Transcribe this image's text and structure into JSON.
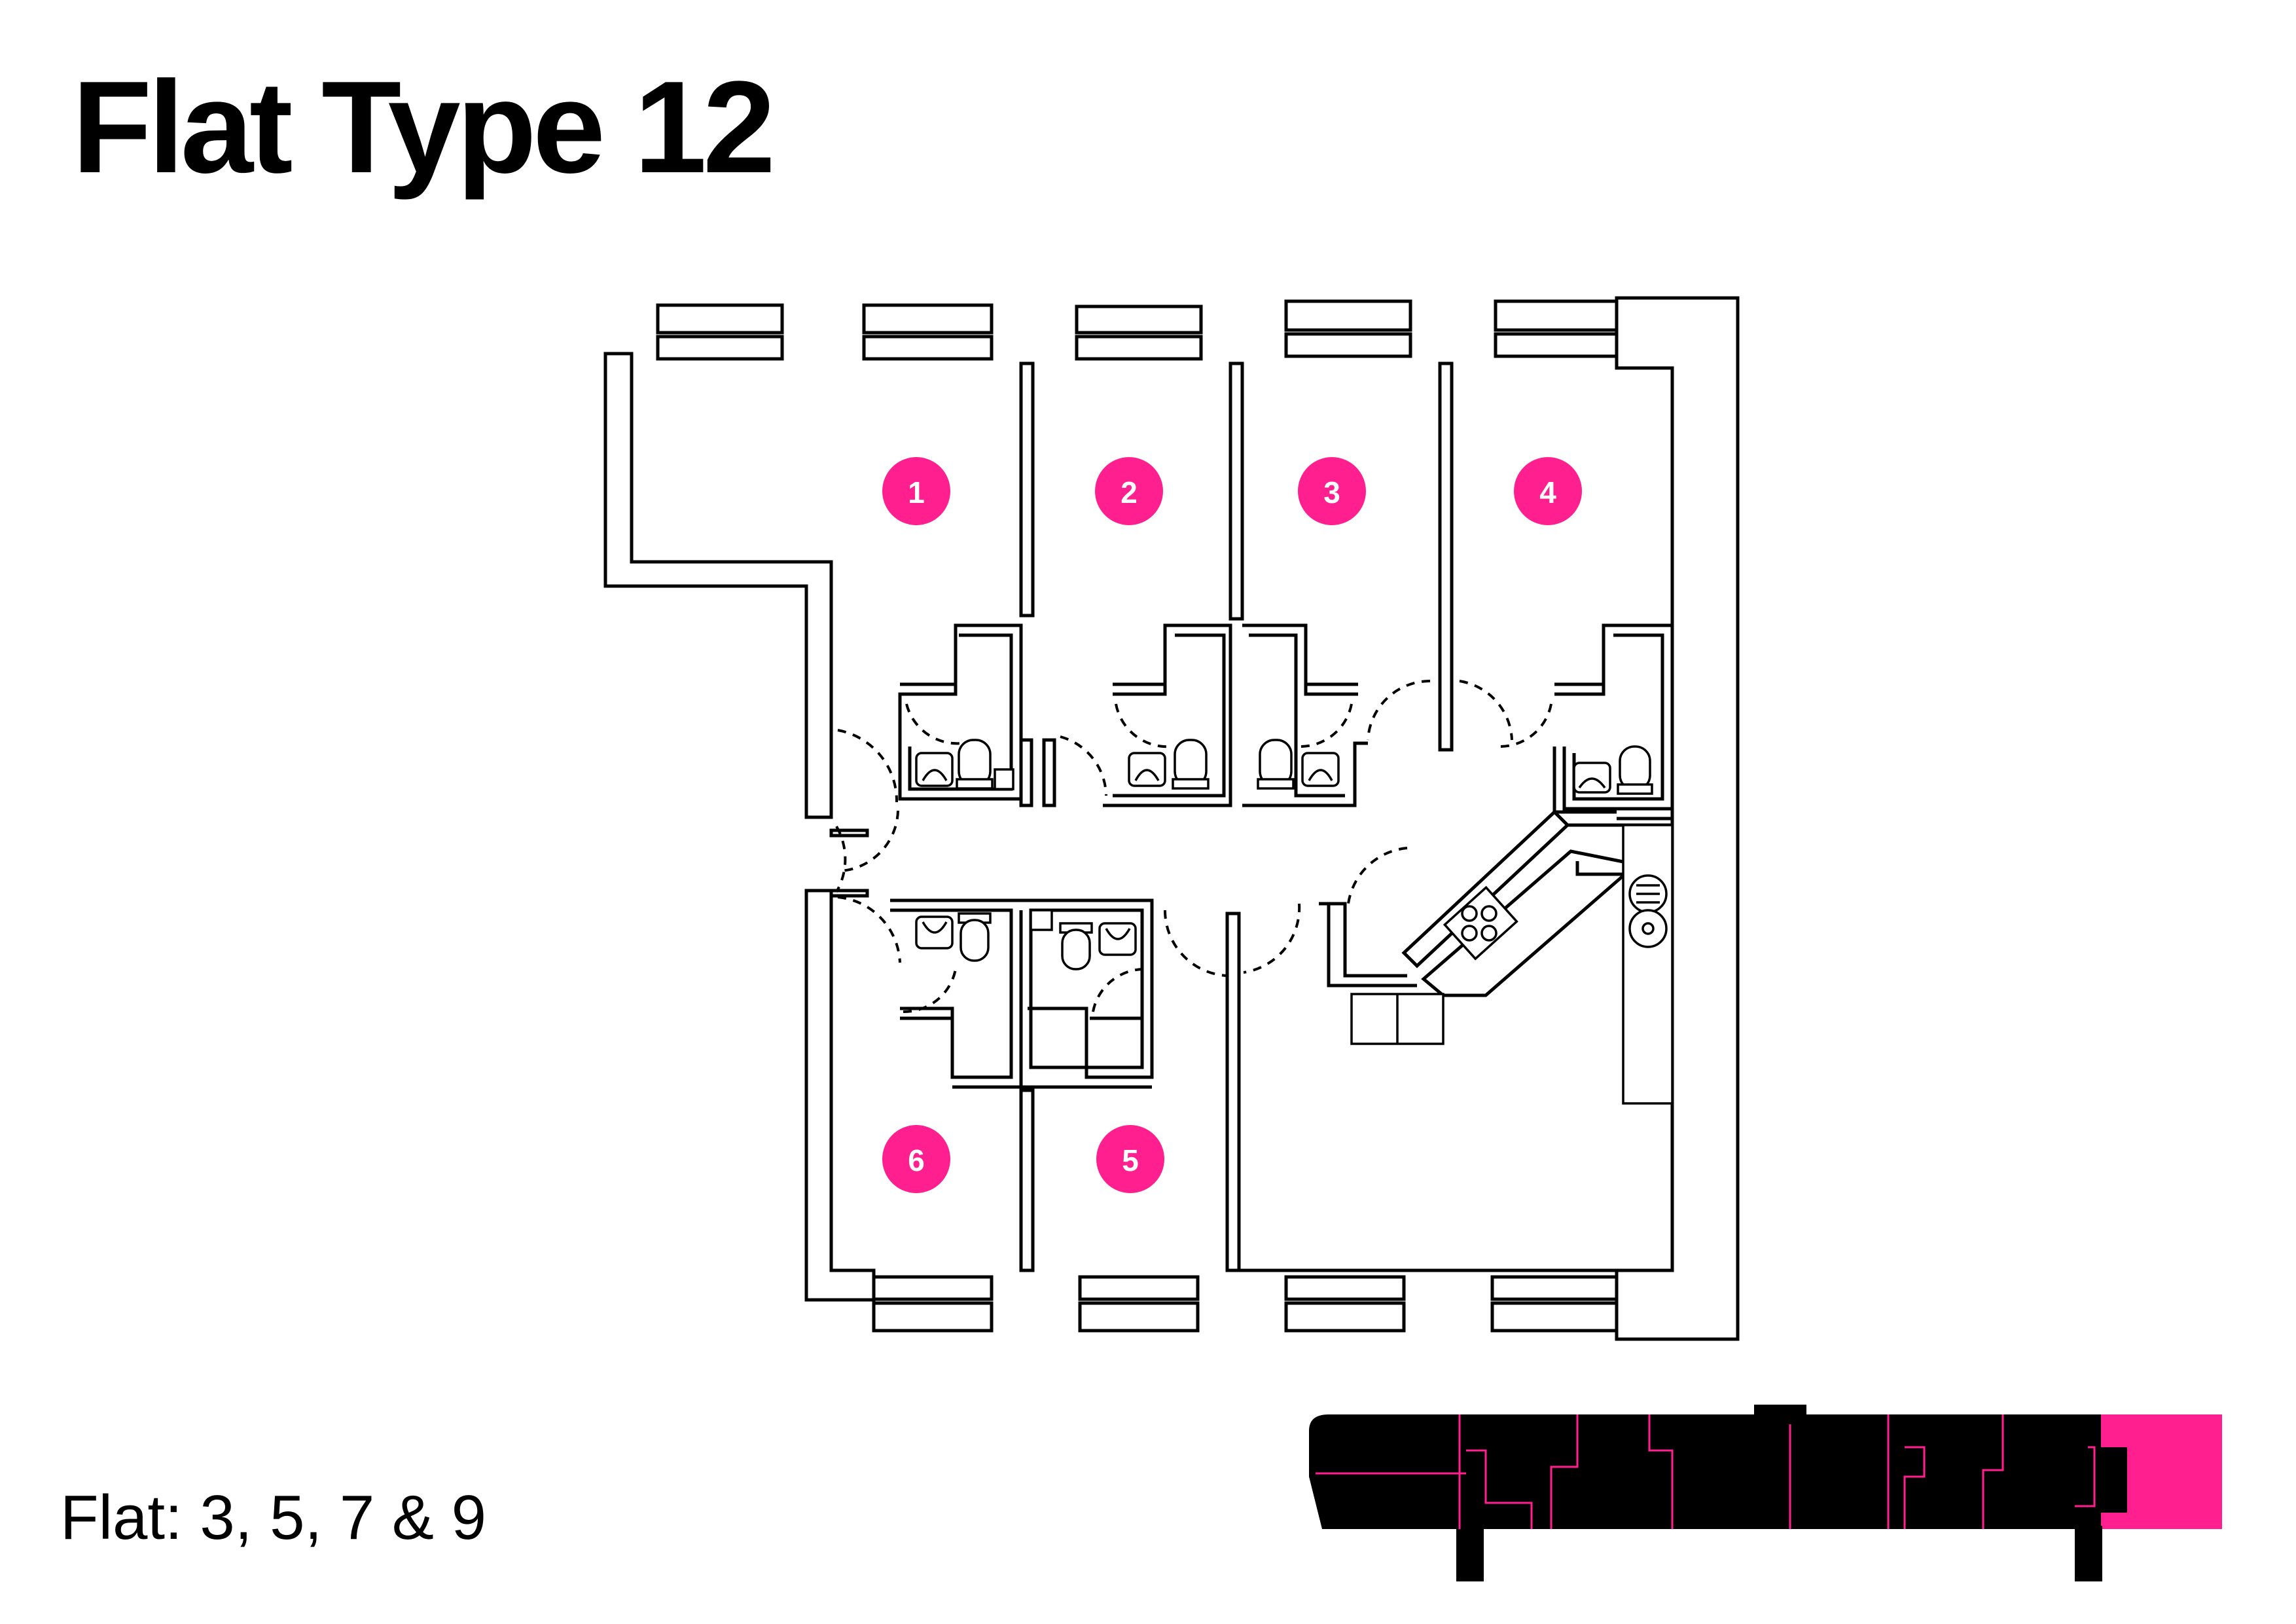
{
  "title": "Flat Type 12",
  "flat_numbers": "Flat: 3, 5, 7 & 9",
  "colors": {
    "accent": "#ff1f8e",
    "line": "#000000",
    "background": "#ffffff",
    "keyplan_fill": "#000000"
  },
  "rooms": [
    {
      "label": "1"
    },
    {
      "label": "2"
    },
    {
      "label": "3"
    },
    {
      "label": "4"
    },
    {
      "label": "5"
    },
    {
      "label": "6"
    }
  ]
}
